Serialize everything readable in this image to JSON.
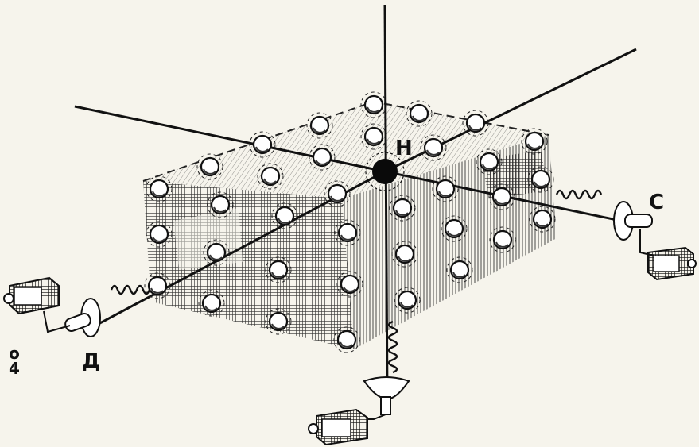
{
  "labels": {
    "center": "Н",
    "right_source": "С",
    "left_source": "Д",
    "figure_number": "о\n4"
  },
  "colors": {
    "ink": "#141414",
    "paper": "#f6f4ec",
    "atom_fill": "#ffffff"
  },
  "icons": [
    "camera-icon",
    "wave-icon",
    "atom-icon",
    "nucleus-icon",
    "funnel-icon"
  ]
}
